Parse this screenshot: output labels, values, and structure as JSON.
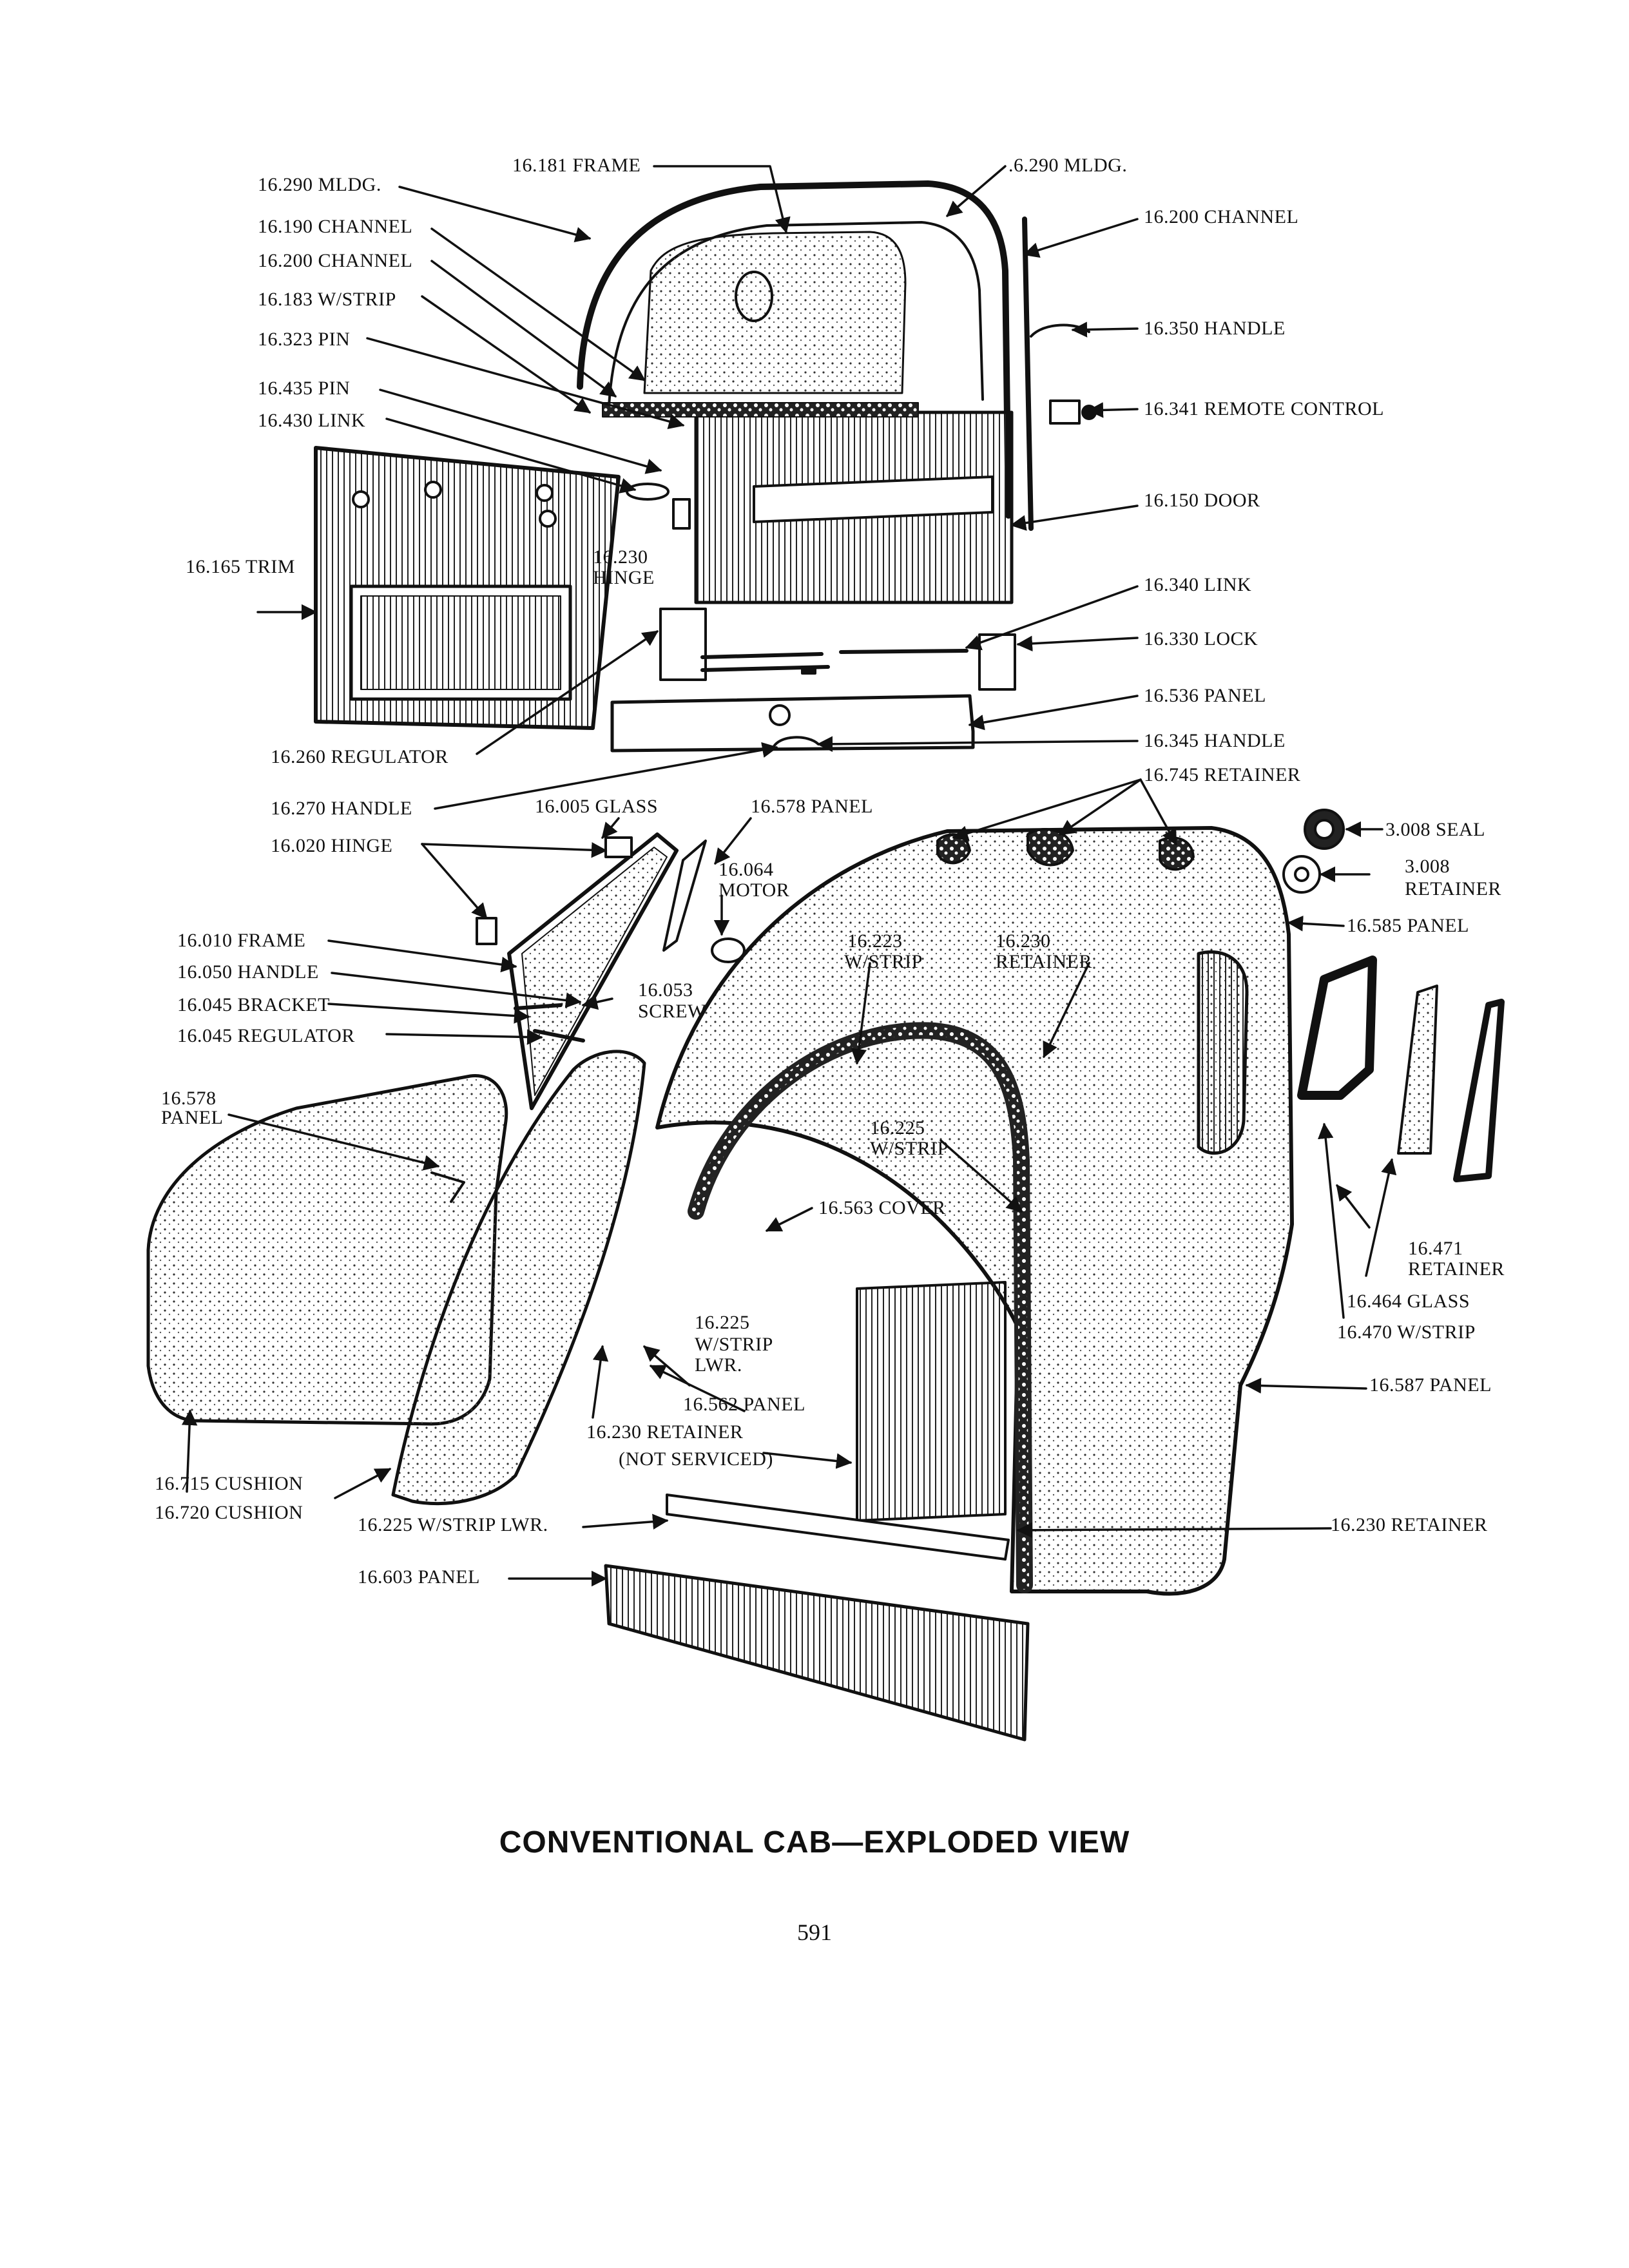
{
  "page": {
    "title": "CONVENTIONAL CAB—EXPLODED VIEW",
    "page_number": "591"
  },
  "labels": {
    "mldg_290_left": "16.290 MLDG.",
    "frame_181": "16.181 FRAME",
    "mldg_290_right": ".6.290 MLDG.",
    "channel_200_right": "16.200 CHANNEL",
    "channel_190": "16.190 CHANNEL",
    "channel_200_left": "16.200 CHANNEL",
    "wstrip_183": "16.183 W/STRIP",
    "pin_323": "16.323 PIN",
    "handle_350": "16.350 HANDLE",
    "pin_435": "16.435 PIN",
    "link_430": "16.430 LINK",
    "remote_control_341": "16.341 REMOTE CONTROL",
    "door_150": "16.150 DOOR",
    "trim_165": "16.165 TRIM",
    "hinge_230_num": "16.230",
    "hinge_230_name": "HINGE",
    "link_340": "16.340 LINK",
    "lock_330": "16.330 LOCK",
    "panel_536": "16.536 PANEL",
    "regulator_260": "16.260 REGULATOR",
    "handle_345": "16.345 HANDLE",
    "retainer_745": "16.745 RETAINER",
    "handle_270": "16.270 HANDLE",
    "glass_005": "16.005 GLASS",
    "panel_578_top": "16.578 PANEL",
    "seal_008": "3.008 SEAL",
    "hinge_020": "16.020 HINGE",
    "motor_064_num": "16.064",
    "motor_064_name": "MOTOR",
    "retainer_008_num": "3.008",
    "retainer_008_name": "RETAINER",
    "panel_585": "16.585 PANEL",
    "frame_010": "16.010 FRAME",
    "wstrip_223_num": "16.223",
    "wstrip_223_name": "W/STRIP",
    "retainer_230_num": "16.230",
    "retainer_230_name": "RETAINER",
    "handle_050": "16.050 HANDLE",
    "screw_053_num": "16.053",
    "screw_053_name": "SCREW",
    "bracket_045": "16.045 BRACKET",
    "regulator_045": "16.045 REGULATOR",
    "panel_578_left_num": "16.578",
    "panel_578_left_name": "PANEL",
    "wstrip_225_mid_num": "16.225",
    "wstrip_225_mid_name": "W/STRIP",
    "cover_563": "16.563 COVER",
    "retainer_471_num": "16.471",
    "retainer_471_name": "RETAINER",
    "glass_464": "16.464 GLASS",
    "wstrip_470": "16.470 W/STRIP",
    "wstrip_225_lwr_num": "16.225",
    "wstrip_225_lwr_a": "W/STRIP",
    "wstrip_225_lwr_b": "LWR.",
    "panel_562": "16.562 PANEL",
    "panel_587": "16.587 PANEL",
    "retainer_230_lower": "16.230 RETAINER",
    "not_serviced": "(NOT SERVICED)",
    "cushion_715": "16.715 CUSHION",
    "cushion_720": "16.720 CUSHION",
    "wstrip_225_lwr_bottom": "16.225 W/STRIP LWR.",
    "retainer_230_right": "16.230 RETAINER",
    "panel_603": "16.603 PANEL"
  }
}
